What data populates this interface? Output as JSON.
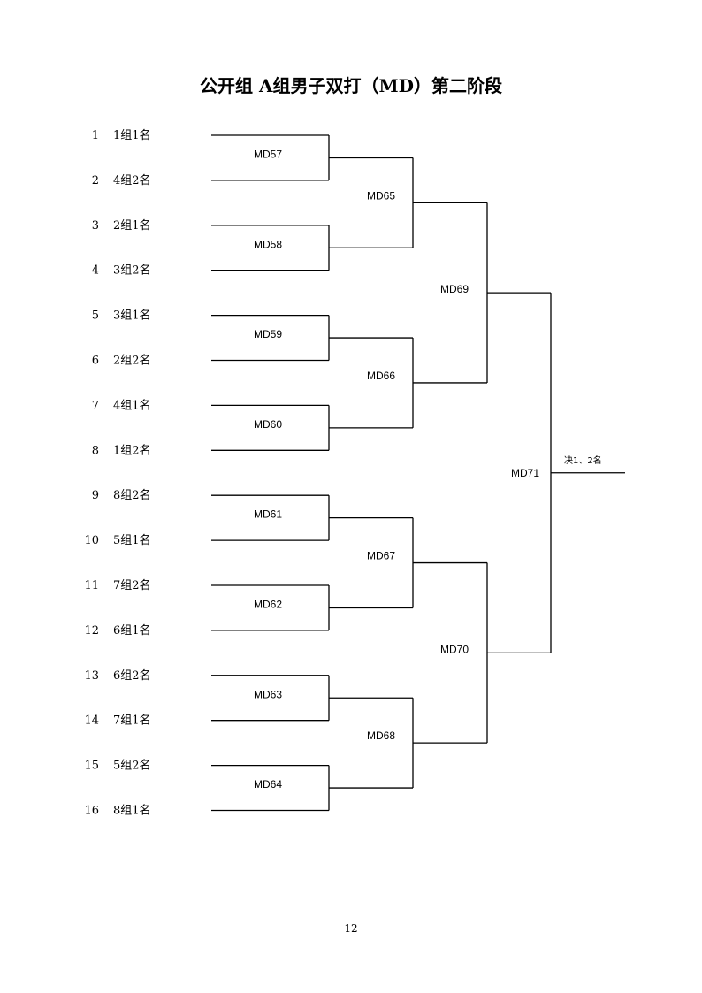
{
  "title": "公开组 A组男子双打（MD）第二阶段",
  "seeds": [
    {
      "num": "1",
      "label": "1组1名"
    },
    {
      "num": "2",
      "label": "4组2名"
    },
    {
      "num": "3",
      "label": "2组1名"
    },
    {
      "num": "4",
      "label": "3组2名"
    },
    {
      "num": "5",
      "label": "3组1名"
    },
    {
      "num": "6",
      "label": "2组2名"
    },
    {
      "num": "7",
      "label": "4组1名"
    },
    {
      "num": "8",
      "label": "1组2名"
    },
    {
      "num": "9",
      "label": "8组2名"
    },
    {
      "num": "10",
      "label": "5组1名"
    },
    {
      "num": "11",
      "label": "7组2名"
    },
    {
      "num": "12",
      "label": "6组1名"
    },
    {
      "num": "13",
      "label": "6组2名"
    },
    {
      "num": "14",
      "label": "7组1名"
    },
    {
      "num": "15",
      "label": "5组2名"
    },
    {
      "num": "16",
      "label": "8组1名"
    }
  ],
  "round1": [
    "MD57",
    "MD58",
    "MD59",
    "MD60",
    "MD61",
    "MD62",
    "MD63",
    "MD64"
  ],
  "round2": [
    "MD65",
    "MD66",
    "MD67",
    "MD68"
  ],
  "round3": [
    "MD69",
    "MD70"
  ],
  "final": "MD71",
  "final_note": "决1、2名",
  "page_number": "12"
}
